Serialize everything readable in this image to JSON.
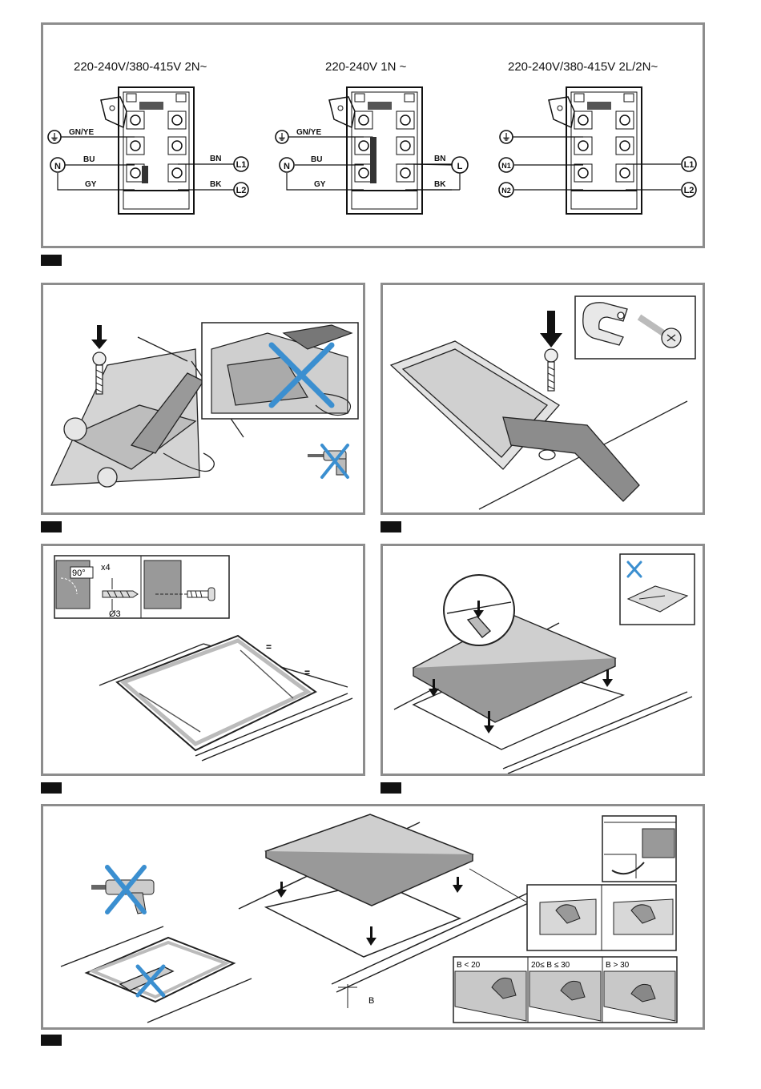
{
  "wiring": {
    "diagrams": [
      {
        "title": "220-240V/380-415V 2N~",
        "left_terminals": [
          "⏚",
          "N"
        ],
        "left_wires": [
          "GN/YE",
          "BU",
          "GY"
        ],
        "right_wires": [
          "BN",
          "BK"
        ],
        "right_terminals": [
          "L1",
          "L2"
        ]
      },
      {
        "title": "220-240V 1N ~",
        "left_terminals": [
          "⏚",
          "N"
        ],
        "left_wires": [
          "GN/YE",
          "BU",
          "GY"
        ],
        "right_wires": [
          "BN",
          "BK"
        ],
        "right_terminals": [
          "L"
        ]
      },
      {
        "title": "220-240V/380-415V 2L/2N~",
        "left_terminals": [
          "⏚",
          "N1",
          "N2"
        ],
        "left_wires": [],
        "right_wires": [],
        "right_terminals": [
          "L1",
          "L2"
        ]
      }
    ]
  },
  "drilling": {
    "angle": "90°",
    "count": "x4",
    "diameter": "Ø3",
    "equal_marks": [
      "=",
      "="
    ]
  },
  "gap_table": {
    "options": [
      "B < 20",
      "20≤ B ≤ 30",
      "B > 30"
    ],
    "dimension_label": "B"
  },
  "colors": {
    "frame": "#8d8d8d",
    "cross": "#3b8fd0",
    "marker": "#111111"
  },
  "icons": [
    "screwdriver-icon",
    "screw-icon",
    "cable-clamp-icon",
    "drill-icon",
    "silicone-gun-icon",
    "cross-icon",
    "arrow-down-icon"
  ]
}
